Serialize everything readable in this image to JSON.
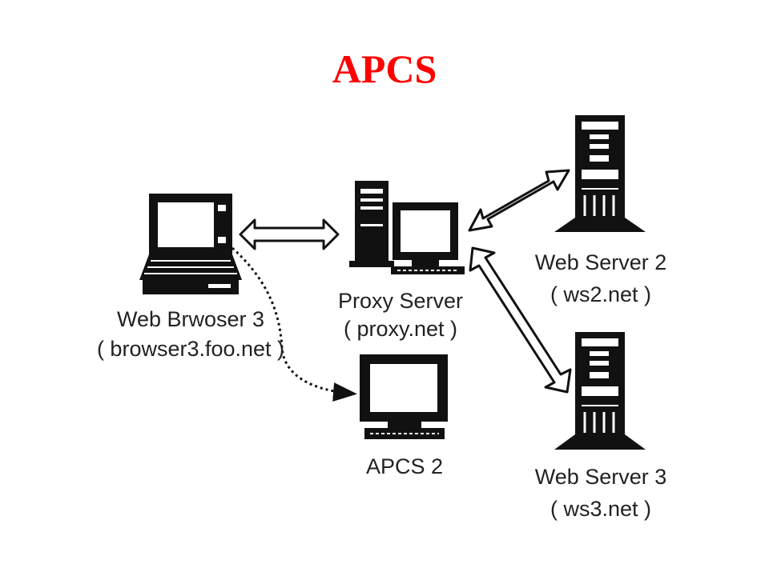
{
  "title": "APCS",
  "colors": {
    "title": "#ff0000",
    "ink": "#111111",
    "screen": "#ffffff"
  },
  "nodes": {
    "browser": {
      "name": "Web Brwoser 3",
      "host": "( browser3.foo.net )",
      "icon": "laptop-icon"
    },
    "proxy": {
      "name": "Proxy Server",
      "host": "( proxy.net )",
      "icon": "desktop-computer-icon"
    },
    "apcs2": {
      "name": "APCS 2",
      "icon": "monitor-icon"
    },
    "ws2": {
      "name": "Web Server 2",
      "host": "( ws2.net )",
      "icon": "server-tower-icon"
    },
    "ws3": {
      "name": "Web Server 3",
      "host": "( ws3.net )",
      "icon": "server-tower-icon"
    }
  },
  "links": [
    {
      "from": "browser",
      "to": "proxy",
      "style": "double-arrow"
    },
    {
      "from": "proxy",
      "to": "ws2",
      "style": "double-arrow"
    },
    {
      "from": "proxy",
      "to": "ws3",
      "style": "double-arrow"
    },
    {
      "from": "browser",
      "to": "apcs2",
      "style": "dotted-arrow"
    }
  ]
}
